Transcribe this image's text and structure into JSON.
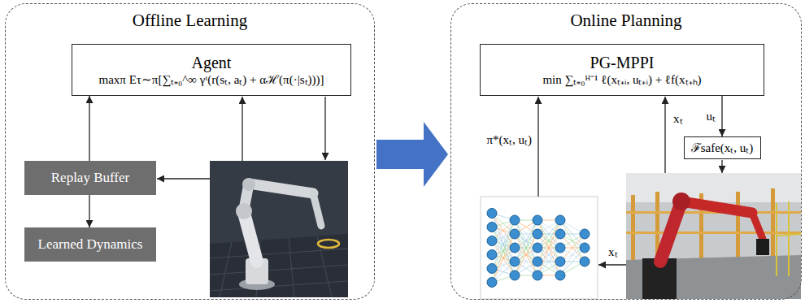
{
  "diagram": {
    "nodes": [
      {
        "text": [
          "Offline Learning"
        ]
      },
      {
        "text": [
          "Agent",
          "maxπ Eτ∼π[∑ₜ₌₀^∞ γᵗ(r(sₜ, aₜ) + αℋ(π(·|sₜ)))]"
        ],
        "in": 0
      },
      {
        "text": [
          "Replay Buffer"
        ],
        "in": 0
      },
      {
        "text": [
          "Learned Dynamics"
        ],
        "in": 0
      },
      {
        "text": [
          "Online Planning"
        ]
      },
      {
        "text": [
          "PG-MPPI",
          "min ∑ₜ₌₀ᴴ⁻¹ ℓ(xₜ₊ᵢ, uₜ₊ᵢ) + ℓf(xₜ₊ₕ)"
        ],
        "in": 4
      },
      {
        "text": [
          "ℱsafe(xₜ, uₜ)"
        ],
        "in": 4
      }
    ],
    "edges": [
      {
        "from": 2,
        "to": 1,
        "arrow": "to"
      },
      {
        "from": 2,
        "to": 3,
        "arrow": "to"
      },
      {
        "from": 0,
        "to": 4,
        "arrow": "to"
      },
      {
        "from": 5,
        "to": 6,
        "label": "uₜ",
        "arrow": "to"
      }
    ],
    "labels": [
      "π*(xₜ, uₜ)",
      "xₜ",
      "xₜ"
    ]
  }
}
